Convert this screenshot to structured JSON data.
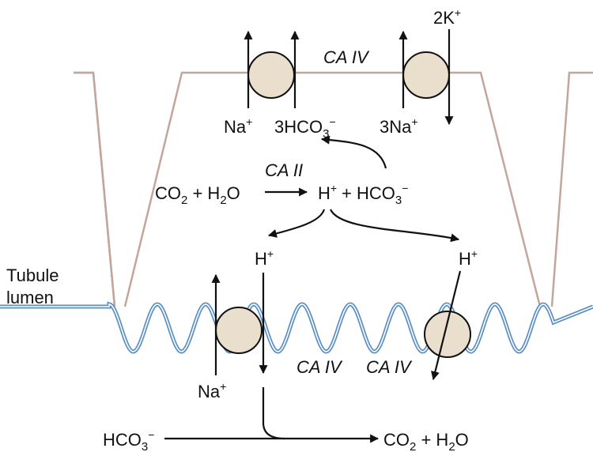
{
  "colors": {
    "cell_outline": "#c4a59b",
    "membrane": "#5b8fc4",
    "membrane_inner": "#ffffff",
    "transporter_fill": "#e9dfcc",
    "ink": "#111111"
  },
  "labels": {
    "tubule_lumen_line1": "Tubule",
    "tubule_lumen_line2": "lumen",
    "ca_iv_top": "CA IV",
    "ca_ii": "CA II",
    "ca_iv_bottom_1": "CA IV",
    "ca_iv_bottom_2": "CA IV",
    "na_top": {
      "base": "Na",
      "sup": "+"
    },
    "hco3_top": {
      "pre": "3HCO",
      "sub": "3",
      "sup": "−"
    },
    "na3_top": {
      "base": "3Na",
      "sup": "+"
    },
    "k2_top": {
      "base": "2K",
      "sup": "+"
    },
    "reaction_co2": {
      "pre": "CO",
      "sub": "2",
      "mid": " + H",
      "sub2": "2",
      "post": "O"
    },
    "reaction_h": {
      "base": "H",
      "sup": "+"
    },
    "reaction_plus_hco3": {
      "pre": " + HCO",
      "sub": "3",
      "sup": "−"
    },
    "h_left": {
      "base": "H",
      "sup": "+"
    },
    "h_right": {
      "base": "H",
      "sup": "+"
    },
    "na_bottom": {
      "base": "Na",
      "sup": "+"
    },
    "hco3_bottom": {
      "pre": "HCO",
      "sub": "3",
      "sup": "−"
    },
    "co2_bottom": {
      "pre": "CO",
      "sub": "2",
      "mid": " + H",
      "sub2": "2",
      "post": "O"
    }
  }
}
